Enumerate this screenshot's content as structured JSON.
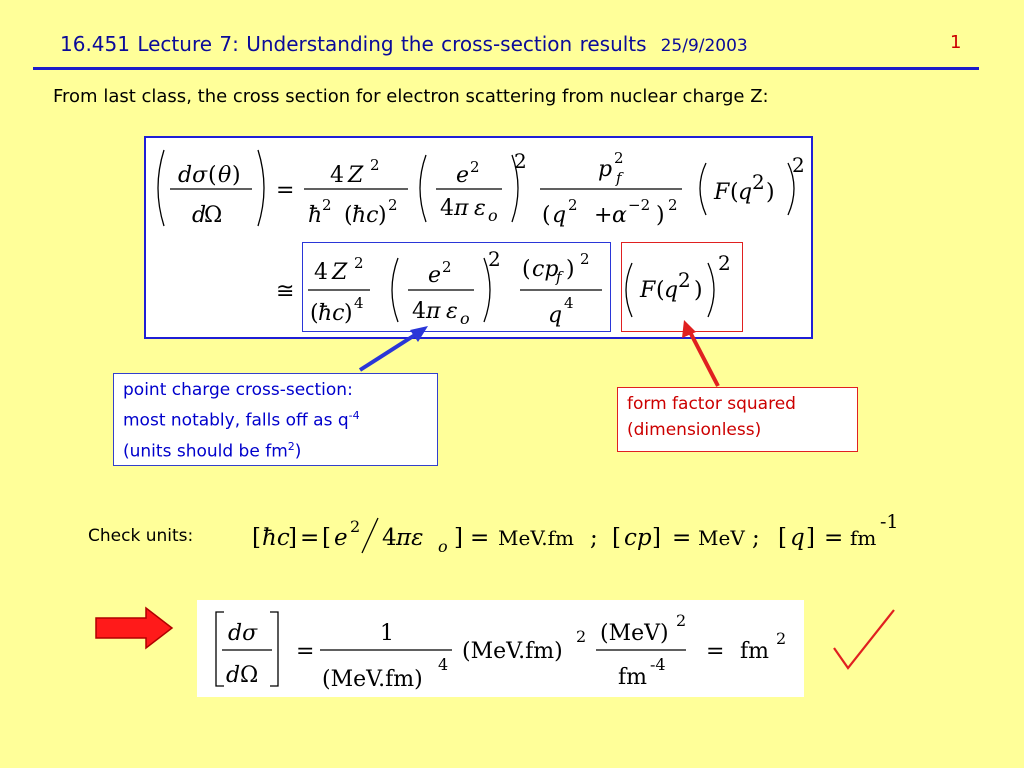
{
  "header": {
    "title": "16.451 Lecture 7:   Understanding the  cross-section results",
    "date": "25/9/2003",
    "page_number": "1"
  },
  "intro_text": "From last class, the cross section for electron scattering from nuclear charge Z:",
  "notes": {
    "point_charge": {
      "line1": "point charge cross-section:",
      "line2_text": "most notably, falls off as q",
      "line2_sup": "-4",
      "line3_text": "(units should be fm",
      "line3_sup": "2",
      "line3_end": ")"
    },
    "form_factor": {
      "line1": "form factor squared",
      "line2": "(dimensionless)"
    }
  },
  "units_check": {
    "label": "Check units:",
    "mevfm": "MeV.fm",
    "mev": "MeV",
    "fm": "fm",
    "fm_exp": "-1"
  },
  "result": {
    "mev_paren": "(MeV)",
    "mevfm_paren": "(MeV.fm)",
    "fm": "fm",
    "fm_exp_neg4": "-4",
    "fm2_exp": "2"
  },
  "colors": {
    "background": "#ffff99",
    "title": "#0b0b99",
    "page_number": "#cc0000",
    "point_arrow": "#2a36d8",
    "form_arrow": "#e02020",
    "big_arrow": "#ff1a1a",
    "checkmark": "#e02020"
  },
  "icons": {
    "big_arrow": "right-arrow-icon",
    "checkmark": "checkmark-icon"
  }
}
